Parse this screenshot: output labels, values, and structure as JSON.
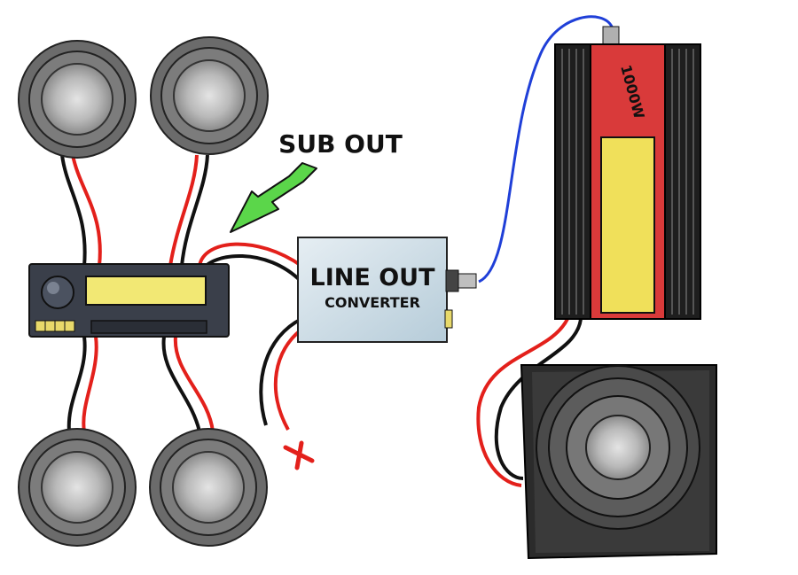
{
  "labels": {
    "sub_out": "SUB OUT",
    "converter_line1": "LINE OUT",
    "converter_line2": "CONVERTER",
    "amp_brand": "1000W"
  },
  "colors": {
    "wire_red": "#e3201b",
    "wire_black": "#111111",
    "wire_blue": "#1f3fd8",
    "amp_body": "#d93a3a",
    "amp_fins": "#1e1e1e",
    "amp_window": "#f0e05a",
    "head_unit": "#3a3f4a",
    "display": "#f2e874",
    "converter": "#cfe0ea",
    "arrow": "#5bd64a",
    "speaker_ring": "#6b6b6b",
    "speaker_center": "#bdbdbd",
    "sub_box": "#2b2b2b",
    "x_mark": "#e3201b"
  },
  "icons": {
    "arrow": "green-arrow-icon",
    "disconnect": "red-x-icon"
  }
}
